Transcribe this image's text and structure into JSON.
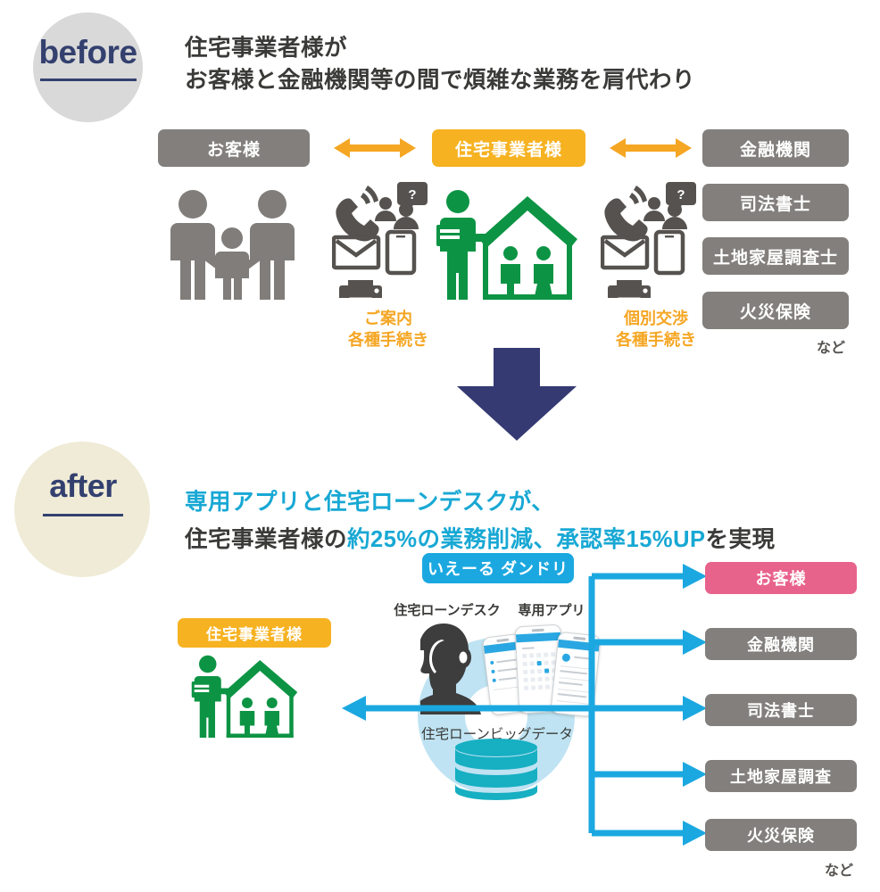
{
  "before": {
    "badge": "before",
    "heading": "住宅事業者様が\nお客様と金融機関等の間で煩雑な業務を肩代わり",
    "flow_labels": {
      "customer": "お客様",
      "builder": "住宅事業者様",
      "bank": "金融機関"
    },
    "left_note": "ご案内\n各種手続き",
    "right_note": "個別交渉\n各種手続き",
    "right_boxes": [
      "金融機関",
      "司法書士",
      "土地家屋調査士",
      "火災保険"
    ],
    "etc": "など",
    "icons": [
      "family-icon",
      "phone-consult-icon",
      "mail-icon",
      "mobile-icon",
      "printer-icon",
      "builder-house-icon"
    ],
    "colors": {
      "badge_circle": "#D9D9D9",
      "badge_text": "#33406F",
      "pill_gray": "#827F7C",
      "pill_orange": "#F6B221",
      "arrow_orange": "#F5A623",
      "green": "#0C9444",
      "heading_text": "#3A3A38"
    }
  },
  "transition": {
    "arrow": "down-arrow-icon",
    "color": "#353A73"
  },
  "after": {
    "badge": "after",
    "heading_line1": "専用アプリと住宅ローンデスクが、",
    "heading_line2_a": "住宅事業者様の",
    "heading_line2_b": "約25%の業務削減、承認率15%UP",
    "heading_line2_c": "を実現",
    "service_badge": "いえーる ダンドリ",
    "caption_desk": "住宅ローンデスク",
    "caption_app": "専用アプリ",
    "caption_bigdata": "住宅ローンビッグデータ",
    "builder_label": "住宅事業者様",
    "right_boxes": [
      "お客様",
      "金融機関",
      "司法書士",
      "土地家屋調査",
      "火災保険"
    ],
    "etc": "など",
    "icons": [
      "headset-operator-icon",
      "smartphone-app-icon",
      "database-icon",
      "builder-house-icon",
      "arrow-right-icon",
      "arrow-left-icon"
    ],
    "colors": {
      "badge_circle": "#EFEBD6",
      "badge_text": "#33406F",
      "accent_cyan": "#18A8D4",
      "arrow_blue": "#1BA8E0",
      "pill_pink": "#E8638B",
      "pill_gray": "#827F7C",
      "pill_orange": "#F6B221",
      "database_teal": "#17AFC2",
      "soft_blue": "#BFE3F2",
      "green": "#0C9444"
    }
  }
}
